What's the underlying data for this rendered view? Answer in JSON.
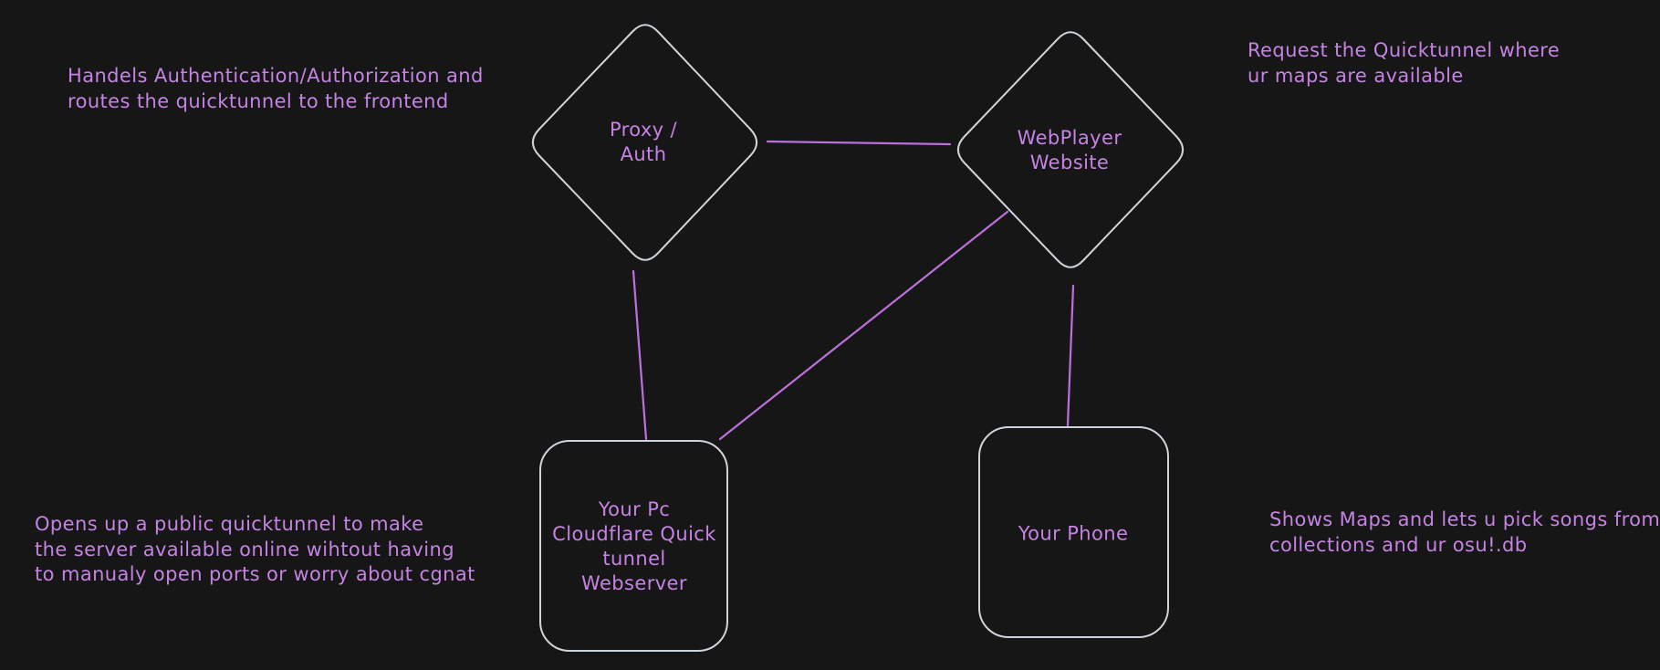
{
  "colors": {
    "background": "#161616",
    "shape-stroke": "#ced4da",
    "connector": "#bb6fd9",
    "text": "#c583e3"
  },
  "nodes": {
    "proxy_auth": {
      "shape": "diamond",
      "lines": [
        "Proxy /",
        "Auth"
      ]
    },
    "webplayer": {
      "shape": "diamond",
      "lines": [
        "WebPlayer",
        "Website"
      ]
    },
    "pc_webserver": {
      "shape": "rounded-rectangle",
      "lines": [
        "Your Pc",
        "Cloudflare Quick",
        "tunnel",
        "Webserver"
      ]
    },
    "phone": {
      "shape": "rounded-rectangle",
      "lines": [
        "Your Phone"
      ]
    }
  },
  "annotations": {
    "top_left": {
      "lines": [
        "Handels Authentication/Authorization and",
        "routes the quicktunnel to the frontend"
      ]
    },
    "top_right": {
      "lines": [
        "Request the Quicktunnel where",
        "ur maps are available"
      ]
    },
    "bottom_left": {
      "lines": [
        "Opens up a public quicktunnel to make",
        "the server available online wihtout having",
        "to manualy open ports or worry about cgnat"
      ]
    },
    "bottom_right": {
      "lines": [
        "Shows Maps and lets u pick songs from",
        "collections and ur osu!.db"
      ]
    }
  },
  "edges": [
    {
      "from": "proxy-auth",
      "to": "webplayer-website"
    },
    {
      "from": "proxy-auth",
      "to": "pc-cloudflare-quicktunnel-webserver"
    },
    {
      "from": "webplayer-website",
      "to": "pc-cloudflare-quicktunnel-webserver"
    },
    {
      "from": "webplayer-website",
      "to": "your-phone"
    }
  ]
}
